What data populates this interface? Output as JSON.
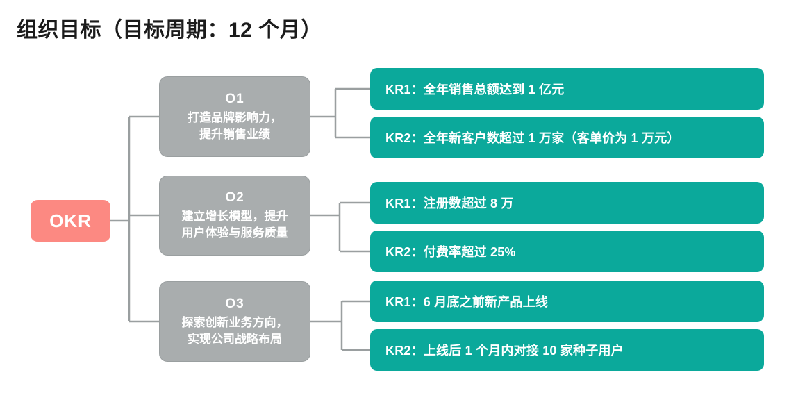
{
  "title": "组织目标（目标周期：12 个月）",
  "root": {
    "label": "OKR",
    "color": "#fc8982"
  },
  "colors": {
    "objective": "#a9adae",
    "key_result": "#0ba99b",
    "connector": "#9a9fa0",
    "title_text": "#1b1b1b",
    "node_text": "#ffffff"
  },
  "objectives": [
    {
      "code": "O1",
      "description": "打造品牌影响力，\n提升销售业绩",
      "key_results": [
        {
          "label": "KR1：全年销售总额达到 1 亿元"
        },
        {
          "label": "KR2：全年新客户数超过 1 万家（客单价为 1 万元）"
        }
      ]
    },
    {
      "code": "O2",
      "description": "建立增长模型，提升\n用户体验与服务质量",
      "key_results": [
        {
          "label": "KR1：注册数超过 8 万"
        },
        {
          "label": "KR2：付费率超过 25%"
        }
      ]
    },
    {
      "code": "O3",
      "description": "探索创新业务方向，\n实现公司战略布局",
      "key_results": [
        {
          "label": "KR1：6 月底之前新产品上线"
        },
        {
          "label": "KR2：上线后 1 个月内对接 10 家种子用户"
        }
      ]
    }
  ]
}
